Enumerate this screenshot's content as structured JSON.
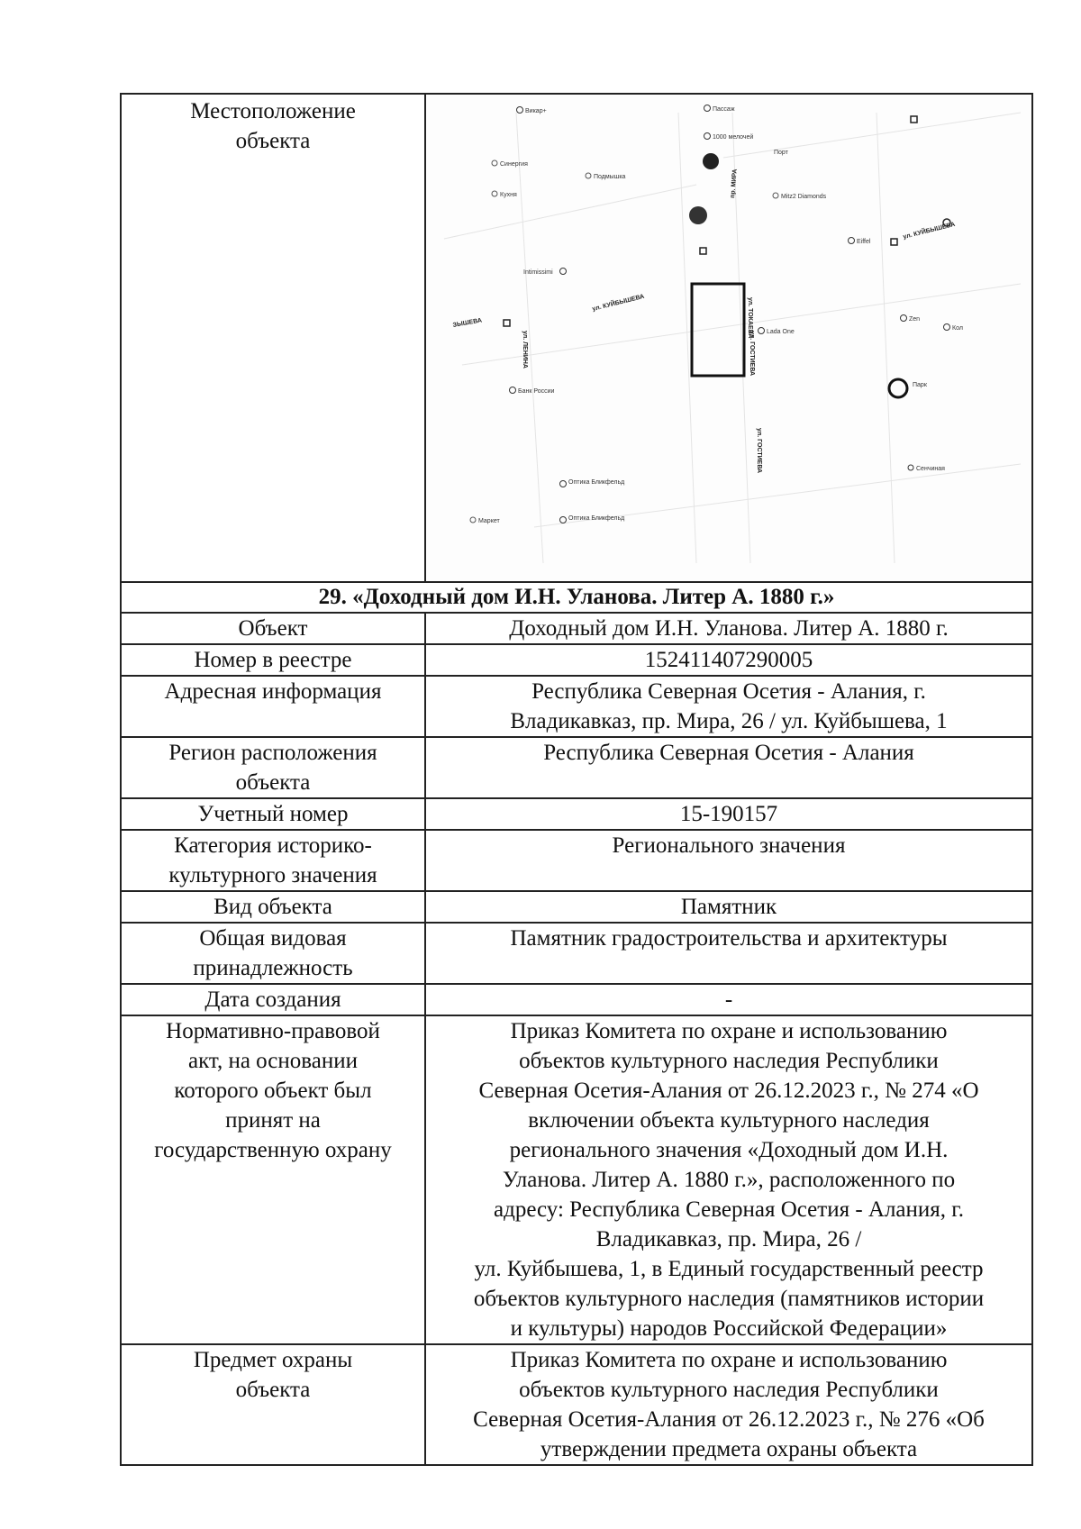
{
  "location": {
    "label": "Местоположение\nобъекта",
    "map": {
      "streets": [
        "ул. КУЙБЫШЕВА",
        "ул. КУЙБЫШЕВА",
        "ул. ЛЕНИНА",
        "ул. ГОСТИЕВА",
        "ул. ГОСТИЕВА",
        "пр. МИРА",
        "ул. ТОКАЕВА",
        "ЗЫШЕВА"
      ],
      "places": [
        "Викар+",
        "Пассаж",
        "1000 мелочей",
        "Порт",
        "Синергия",
        "Подмышка",
        "Кухня",
        "Mitz2 Diamonds",
        "Eiffel",
        "Intimissimi",
        "Lada One",
        "Zen",
        "Кол",
        "Банк России",
        "Сенчиная",
        "Оптика Бликфельд",
        "Оптика Бликфельд",
        "Маркет",
        "Парк"
      ]
    }
  },
  "section_title": "29. «Доходный дом И.Н. Уланова. Литер А. 1880 г.»",
  "rows": [
    {
      "label": "Объект",
      "value": "Доходный дом И.Н. Уланова. Литер А. 1880 г."
    },
    {
      "label": "Номер в реестре",
      "value": "152411407290005"
    },
    {
      "label": "Адресная информация",
      "value": "Республика Северная Осетия - Алания, г.\nВладикавказ, пр. Мира, 26 / ул. Куйбышева, 1"
    },
    {
      "label": "Регион расположения\nобъекта",
      "value": "Республика Северная Осетия - Алания"
    },
    {
      "label": "Учетный номер",
      "value": "15-190157"
    },
    {
      "label": "Категория историко-\nкультурного значения",
      "value": "Регионального значения"
    },
    {
      "label": "Вид объекта",
      "value": "Памятник"
    },
    {
      "label": "Общая видовая\nпринадлежность",
      "value": "Памятник градостроительства и архитектуры"
    },
    {
      "label": "Дата создания",
      "value": "-"
    },
    {
      "label": "Нормативно-правовой\nакт, на основании\nкоторого объект был\nпринят на\nгосударственную охрану",
      "value": "Приказ Комитета по охране и использованию\nобъектов культурного наследия Республики\nСеверная Осетия-Алания от 26.12.2023 г., № 274 «О\nвключении объекта культурного наследия\nрегионального значения «Доходный дом И.Н.\nУланова. Литер А. 1880 г.», расположенного по\nадресу: Республика Северная Осетия - Алания, г.\nВладикавказ, пр. Мира, 26 /\nул. Куйбышева, 1, в Единый государственный реестр\nобъектов культурного наследия (памятников истории\nи культуры) народов Российской Федерации»"
    },
    {
      "label": "Предмет охраны\nобъекта",
      "value": "Приказ Комитета по охране и использованию\nобъектов культурного наследия Республики\nСеверная Осетия-Алания от 26.12.2023 г., № 276 «Об\nутверждении предмета охраны объекта"
    }
  ]
}
